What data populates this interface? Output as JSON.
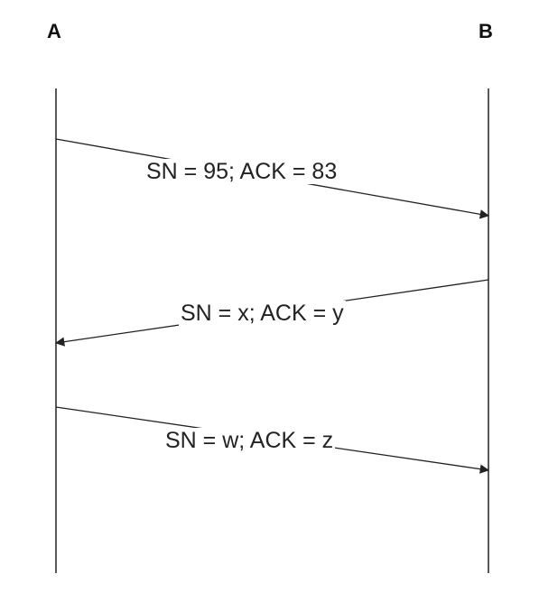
{
  "hosts": {
    "a": "A",
    "b": "B"
  },
  "messages": [
    {
      "label": "SN = 95;  ACK = 83",
      "from": "A",
      "to": "B"
    },
    {
      "label": "SN = x; ACK = y",
      "from": "B",
      "to": "A"
    },
    {
      "label": "SN = w; ACK = z",
      "from": "A",
      "to": "B"
    }
  ],
  "colors": {
    "line": "#222222",
    "text": "#222222"
  }
}
